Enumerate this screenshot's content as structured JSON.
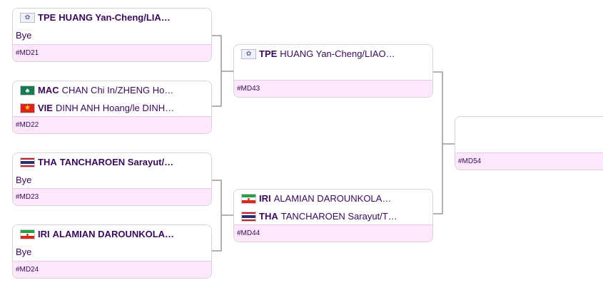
{
  "matches": [
    {
      "id": "#MD21",
      "p1": {
        "flag": "tpe",
        "code": "TPE",
        "name": "HUANG Yan-Cheng/LIA…",
        "bold": true
      },
      "p2": {
        "bye": "Bye"
      }
    },
    {
      "id": "#MD22",
      "p1": {
        "flag": "mac",
        "code": "MAC",
        "name": "CHAN Chi In/ZHENG Ho…",
        "bold": false
      },
      "p2": {
        "flag": "vie",
        "code": "VIE",
        "name": "DINH ANH Hoang/le DINH…",
        "bold": false
      }
    },
    {
      "id": "#MD23",
      "p1": {
        "flag": "tha",
        "code": "THA",
        "name": "TANCHAROEN Sarayut/…",
        "bold": true
      },
      "p2": {
        "bye": "Bye"
      }
    },
    {
      "id": "#MD24",
      "p1": {
        "flag": "iri",
        "code": "IRI",
        "name": "ALAMIAN DAROUNKOLA…",
        "bold": true
      },
      "p2": {
        "bye": "Bye"
      }
    },
    {
      "id": "#MD43",
      "p1": {
        "flag": "tpe",
        "code": "TPE",
        "name": "HUANG Yan-Cheng/LIAO…",
        "bold": false
      }
    },
    {
      "id": "#MD44",
      "p1": {
        "flag": "iri",
        "code": "IRI",
        "name": "ALAMIAN DAROUNKOLA…",
        "bold": false
      },
      "p2": {
        "flag": "tha",
        "code": "THA",
        "name": "TANCHAROEN Sarayut/T…",
        "bold": false
      }
    },
    {
      "id": "#MD54"
    }
  ],
  "flag_glyphs": {
    "mac": "♣",
    "vie": "★",
    "tpe": "✿"
  },
  "colors": {
    "accent": "#3a0a5a",
    "footer_bg": "#fde8fb",
    "connector": "#999999"
  }
}
